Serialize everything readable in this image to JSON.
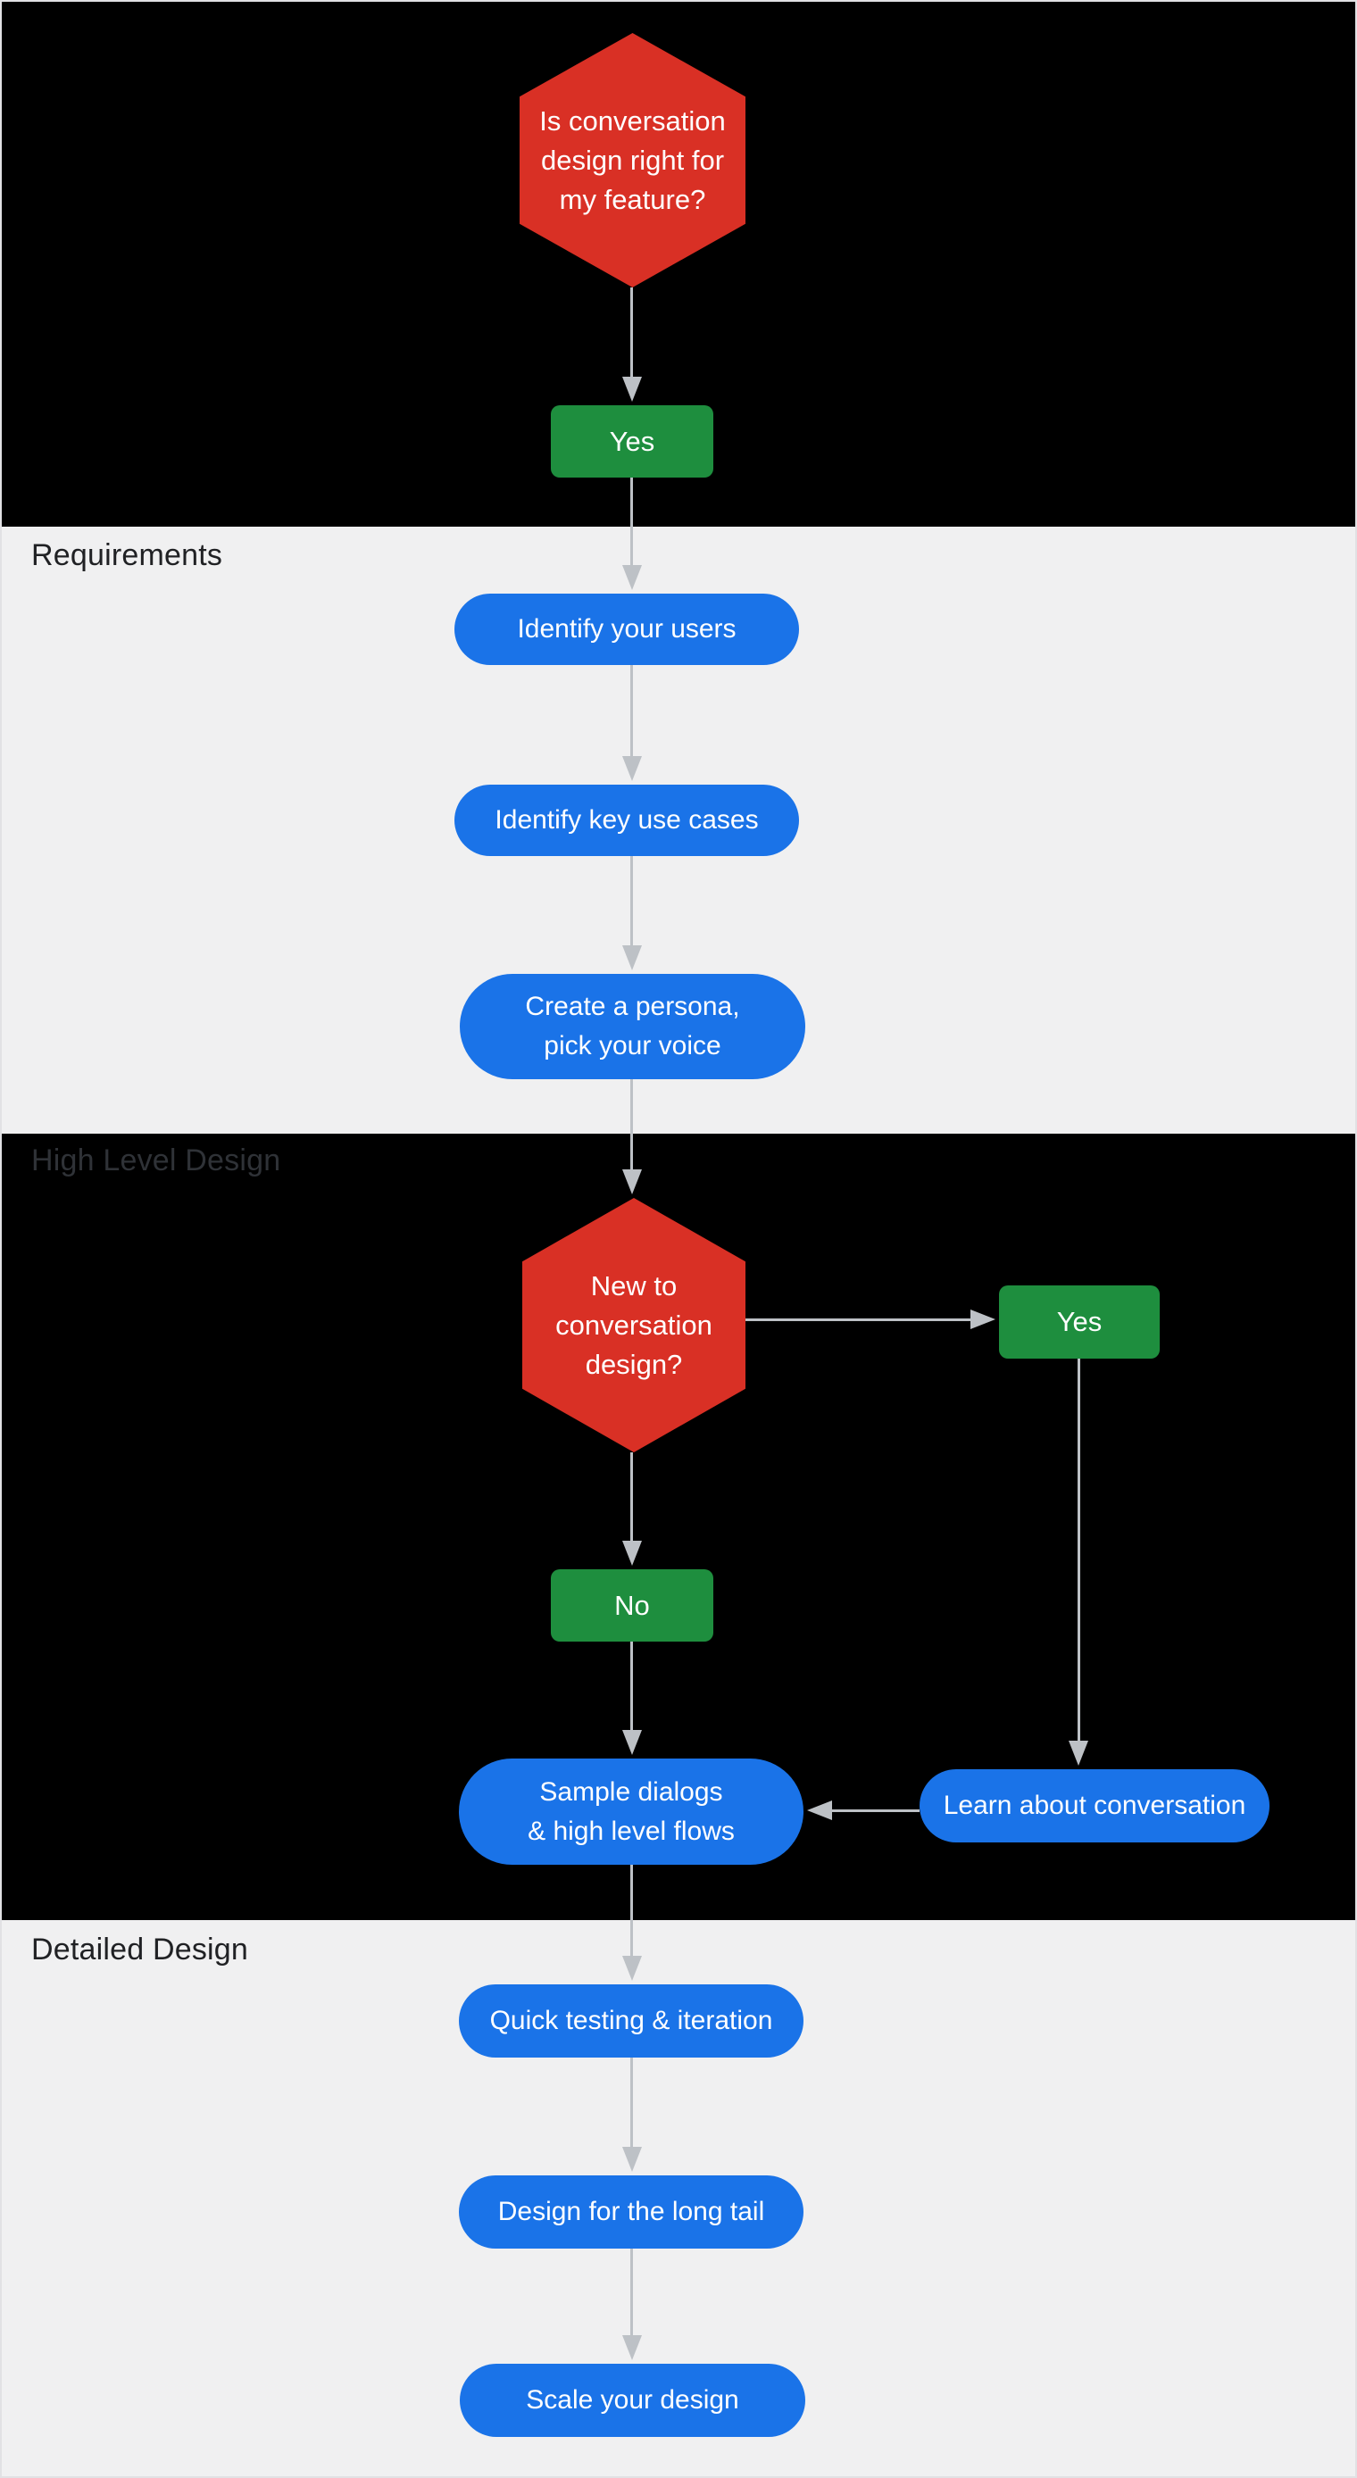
{
  "sections": {
    "requirements": {
      "label": "Requirements"
    },
    "high_level_design": {
      "label": "High Level Design"
    },
    "detailed_design": {
      "label": "Detailed Design"
    }
  },
  "nodes": {
    "q_fit": {
      "type": "decision",
      "label": "Is conversation\ndesign right for\nmy feature?"
    },
    "yes1": {
      "type": "answer",
      "label": "Yes"
    },
    "identify_users": {
      "type": "step",
      "label": "Identify your users"
    },
    "identify_use_cases": {
      "type": "step",
      "label": "Identify key use cases"
    },
    "create_persona": {
      "type": "step",
      "label": "Create a persona,\npick your voice"
    },
    "q_new": {
      "type": "decision",
      "label": "New to\nconversation\ndesign?"
    },
    "yes2": {
      "type": "answer",
      "label": "Yes"
    },
    "no1": {
      "type": "answer",
      "label": "No"
    },
    "sample_dialogs": {
      "type": "step",
      "label": "Sample dialogs\n& high level flows"
    },
    "learn_conversation": {
      "type": "step",
      "label": "Learn about conversation"
    },
    "quick_testing": {
      "type": "step",
      "label": "Quick testing & iteration"
    },
    "long_tail": {
      "type": "step",
      "label": "Design for the long tail"
    },
    "scale_design": {
      "type": "step",
      "label": "Scale your design"
    }
  },
  "edges": [
    {
      "from": "q_fit",
      "to": "yes1"
    },
    {
      "from": "yes1",
      "to": "identify_users"
    },
    {
      "from": "identify_users",
      "to": "identify_use_cases"
    },
    {
      "from": "identify_use_cases",
      "to": "create_persona"
    },
    {
      "from": "create_persona",
      "to": "q_new"
    },
    {
      "from": "q_new",
      "to": "yes2"
    },
    {
      "from": "q_new",
      "to": "no1"
    },
    {
      "from": "yes2",
      "to": "learn_conversation"
    },
    {
      "from": "learn_conversation",
      "to": "sample_dialogs"
    },
    {
      "from": "no1",
      "to": "sample_dialogs"
    },
    {
      "from": "sample_dialogs",
      "to": "quick_testing"
    },
    {
      "from": "quick_testing",
      "to": "long_tail"
    },
    {
      "from": "long_tail",
      "to": "scale_design"
    }
  ],
  "colors": {
    "decision": "#d93025",
    "answer": "#1e8e3e",
    "step": "#1a73e8",
    "arrow": "#bdc1c6",
    "section_dark": "#000000",
    "section_light": "#f0f0f1",
    "label_light_bg": "#202124",
    "label_dark_bg": "#2f3237"
  }
}
